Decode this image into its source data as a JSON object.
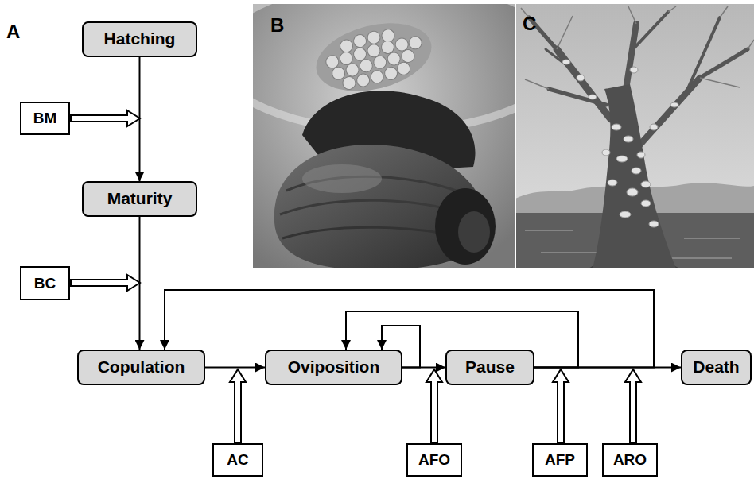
{
  "diagram": {
    "nodes": [
      {
        "text": [
          "Hatching"
        ]
      },
      {
        "text": [
          "BM"
        ]
      },
      {
        "text": [
          "Maturity"
        ]
      },
      {
        "text": [
          "BC"
        ]
      },
      {
        "text": [
          "Copulation"
        ]
      },
      {
        "text": [
          "Oviposition"
        ]
      },
      {
        "text": [
          "Pause"
        ]
      },
      {
        "text": [
          "Death"
        ]
      },
      {
        "text": [
          "AC"
        ]
      },
      {
        "text": [
          "AFO"
        ]
      },
      {
        "text": [
          "AFP"
        ]
      },
      {
        "text": [
          "ARO"
        ]
      }
    ],
    "edges": [
      {
        "from": 0,
        "to": 2,
        "arrow": "to"
      },
      {
        "from": 2,
        "to": 4,
        "arrow": "to"
      },
      {
        "from": 4,
        "to": 5,
        "arrow": "to"
      },
      {
        "from": 5,
        "to": 6,
        "arrow": "to"
      },
      {
        "from": 6,
        "to": 7,
        "arrow": "to"
      },
      {
        "from": 5,
        "to": 5,
        "arrow": "to"
      },
      {
        "from": 6,
        "to": 5,
        "arrow": "to"
      },
      {
        "from": 6,
        "to": 4,
        "arrow": "to"
      }
    ],
    "labels": [
      "A",
      "B",
      "C"
    ]
  }
}
